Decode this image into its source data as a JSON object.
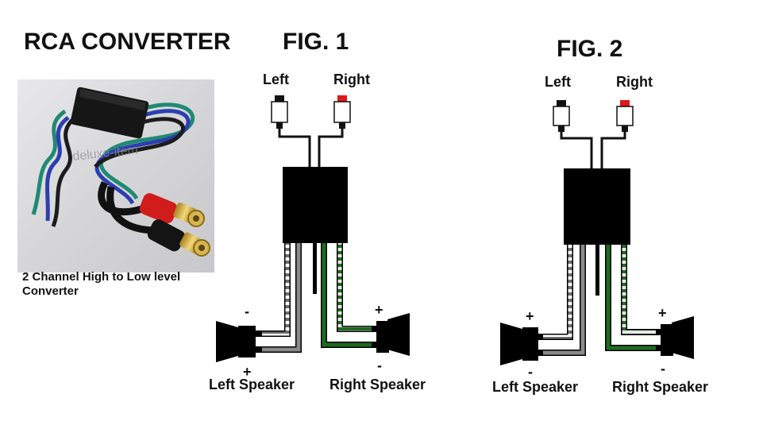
{
  "title": "RCA CONVERTER",
  "photo": {
    "caption": "2 Channel High to Low level Converter",
    "watermark": "deluxe-item"
  },
  "fig1": {
    "title": "FIG. 1",
    "left_label": "Left",
    "right_label": "Right",
    "left_speaker_label": "Left Speaker",
    "right_speaker_label": "Right Speaker",
    "left_top_sign": "-",
    "left_bottom_sign": "+",
    "right_top_sign": "+",
    "right_bottom_sign": "-"
  },
  "fig2": {
    "title": "FIG. 2",
    "left_label": "Left",
    "right_label": "Right",
    "left_speaker_label": "Left Speaker",
    "right_speaker_label": "Right Speaker",
    "left_top_sign": "+",
    "left_bottom_sign": "-",
    "right_top_sign": "+",
    "right_bottom_sign": "-"
  },
  "colors": {
    "box": "#000000",
    "white_wire": "#ffffff",
    "gray_wire": "#8a8a8a",
    "green_wire": "#1e6b1e",
    "rca_red": "#e01818",
    "rca_black": "#111111"
  }
}
